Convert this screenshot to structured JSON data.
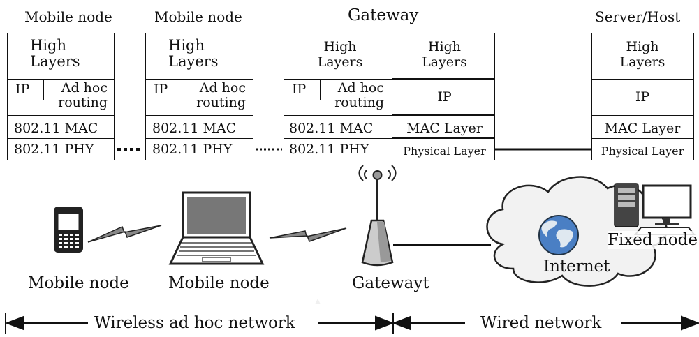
{
  "headers": {
    "mobile1": "Mobile node",
    "mobile2": "Mobile node",
    "gateway": "Gateway",
    "server": "Server/Host"
  },
  "stacks": {
    "high_layers_line1": "High",
    "high_layers_line2": "Layers",
    "ip": "IP",
    "adhoc_line1": "Ad hoc",
    "adhoc_line2": "routing",
    "mac_80211": "802.11 MAC",
    "phy_80211": "802.11 PHY",
    "mac_layer": "MAC Layer",
    "physical_layer": "Physical Layer"
  },
  "devices": {
    "phone_label": "Mobile node",
    "laptop_label": "Mobile node",
    "gateway_label": "Gatewayt",
    "internet_label": "Internet",
    "fixed_label": "Fixed node"
  },
  "bottom": {
    "wireless": "Wireless ad hoc network",
    "wired": "Wired network"
  }
}
